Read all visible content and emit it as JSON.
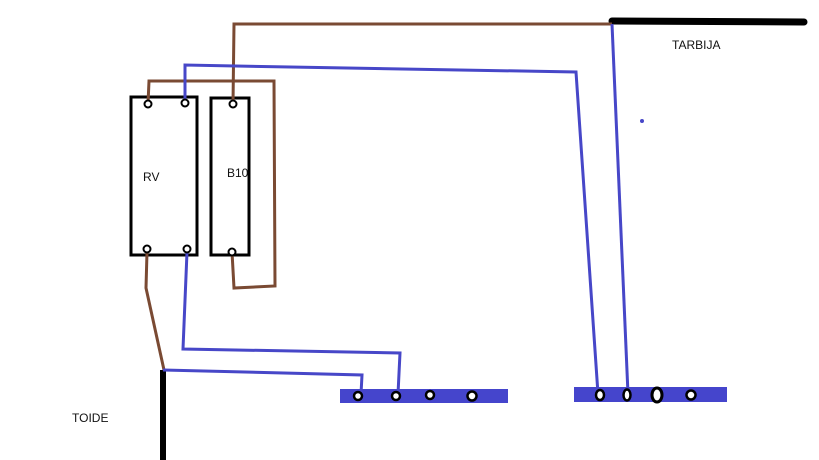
{
  "labels": {
    "rv": "RV",
    "b10": "B10",
    "tarbija": "TARBIJA",
    "toide": "TOIDE"
  },
  "colors": {
    "brown_wire": "#7a4a33",
    "blue_wire": "#4747c8",
    "black_bar": "#000000",
    "terminal_strip": "#4545cc",
    "background": "#ffffff"
  }
}
